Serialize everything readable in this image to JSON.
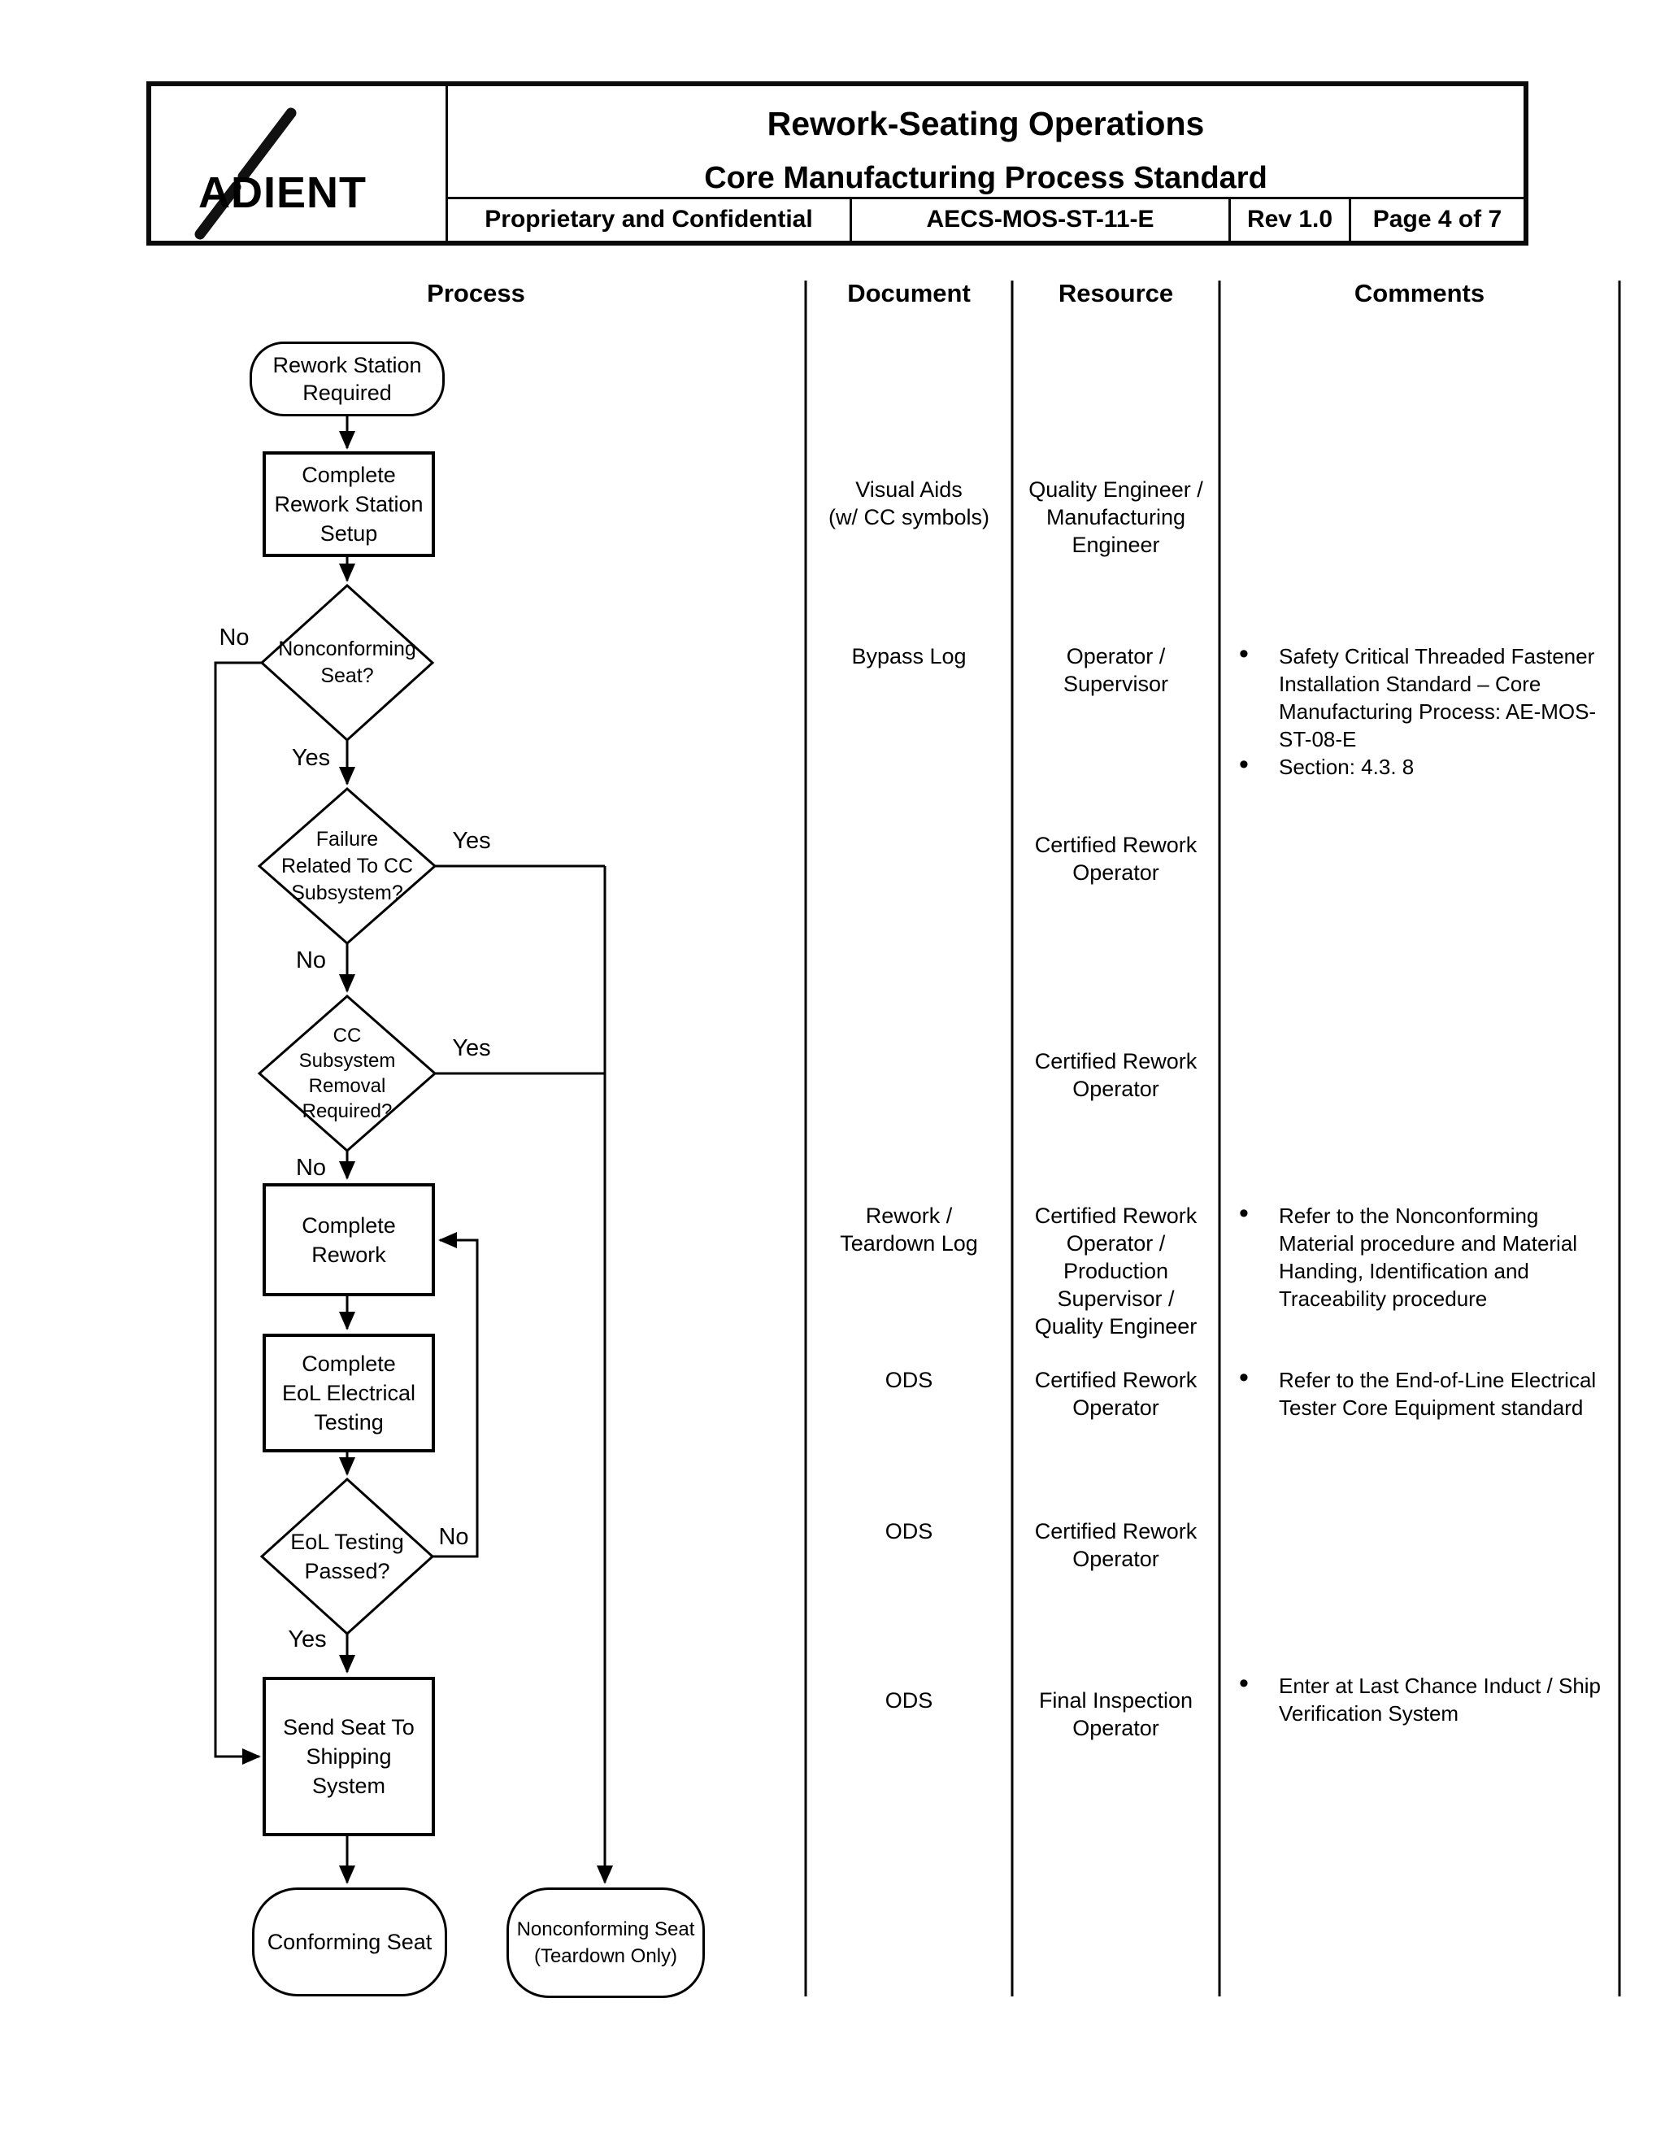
{
  "header": {
    "logo_text": "ADIENT",
    "title_line1": "Rework-Seating Operations",
    "title_line2": "Core Manufacturing Process Standard",
    "confidentiality": "Proprietary and Confidential",
    "document_number": "AECS-MOS-ST-11-E",
    "revision": "Rev 1.0",
    "page": "Page 4 of 7"
  },
  "columns": {
    "process": "Process",
    "document": "Document",
    "resource": "Resource",
    "comments": "Comments"
  },
  "flow": {
    "start_terminator": "Rework Station\nRequired",
    "setup_box": "Complete\nRework Station\nSetup",
    "nonconforming_decision": "Nonconforming\nSeat?",
    "failure_cc_decision": "Failure\nRelated To CC\nSubsystem?",
    "cc_removal_decision": "CC\nSubsystem\nRemoval\nRequired?",
    "complete_rework_box": "Complete\nRework",
    "eol_testing_box": "Complete\nEoL Electrical\nTesting",
    "eol_passed_decision": "EoL Testing\nPassed?",
    "ship_box": "Send Seat To\nShipping\nSystem",
    "conforming_terminator": "Conforming Seat",
    "nonconforming_terminator": "Nonconforming Seat\n(Teardown Only)",
    "labels": {
      "d1_no": "No",
      "d1_yes": "Yes",
      "d2_yes": "Yes",
      "d2_no": "No",
      "d3_yes": "Yes",
      "d3_no": "No",
      "d4_no": "No",
      "d4_yes": "Yes"
    }
  },
  "rows": {
    "setup": {
      "document": "Visual Aids\n(w/ CC symbols)",
      "resource": "Quality Engineer /\nManufacturing\nEngineer"
    },
    "nonconforming": {
      "document": "Bypass Log",
      "resource": "Operator /\nSupervisor",
      "comments": [
        "Safety Critical Threaded Fastener\nInstallation Standard – Core\nManufacturing Process: AE-MOS-\nST-08-E",
        "Section: 4.3. 8"
      ]
    },
    "failure_cc": {
      "resource": "Certified Rework\nOperator"
    },
    "cc_removal": {
      "resource": "Certified Rework\nOperator"
    },
    "complete_rework": {
      "document": "Rework /\nTeardown Log",
      "resource": "Certified Rework\nOperator /\nProduction\nSupervisor /\nQuality Engineer",
      "comments": [
        "Refer to the Nonconforming\nMaterial procedure and Material\nHanding, Identification and\nTraceability procedure"
      ]
    },
    "eol_testing": {
      "document": "ODS",
      "resource": "Certified Rework\nOperator",
      "comments": [
        "Refer to the End-of-Line Electrical\nTester Core Equipment standard"
      ]
    },
    "eol_passed": {
      "document": "ODS",
      "resource": "Certified Rework\nOperator"
    },
    "ship": {
      "document": "ODS",
      "resource": "Final Inspection\nOperator",
      "comments": [
        "Enter at Last Chance Induct / Ship\nVerification System"
      ]
    }
  }
}
